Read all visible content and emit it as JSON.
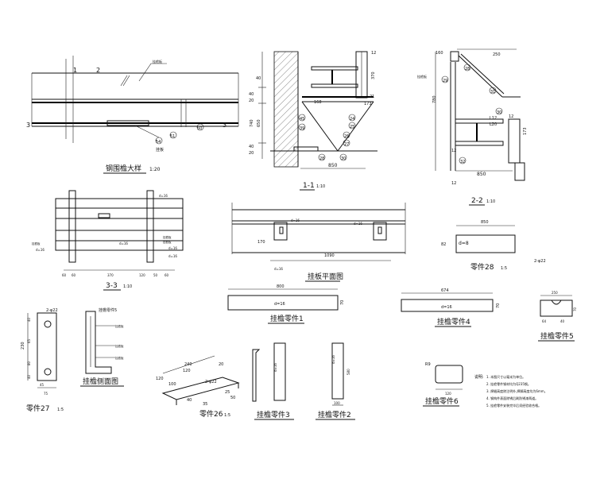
{
  "views": {
    "v_cornice": {
      "title": "钢围檐大样",
      "scale": "1:20",
      "sec1": "1",
      "sec2": "2",
      "sec3": "3",
      "c50": "50",
      "c51": "51",
      "c54": "54",
      "note": "挂板",
      "ann": "挂檐板"
    },
    "v_11": {
      "title": "1-1",
      "scale": "1:10",
      "d_850": "850",
      "d_168": "168",
      "d_740": "740",
      "d_20a": "20",
      "d_40a": "40",
      "d_40b": "40",
      "d_650": "650",
      "d_20b": "20",
      "d_40c": "40",
      "d_370": "370",
      "d_21": "21",
      "d_173": "173",
      "c_12": "12",
      "c_24": "24",
      "c_25": "25",
      "c_26": "26",
      "c_27": "27",
      "c_28": "28",
      "c_39": "39",
      "c_45": "45",
      "c_30": "30"
    },
    "v_22": {
      "title": "2-2",
      "scale": "1:10",
      "d_160": "160",
      "d_250": "250",
      "d_780": "780",
      "d_173": "173",
      "d_850": "850",
      "d_12a": "12",
      "d_12b": "12",
      "d_l12": "L12",
      "d_l20": "L20",
      "d_12c": "12",
      "c_28": "28",
      "c_29": "29",
      "c_30": "30",
      "c_31": "31",
      "c_32": "32",
      "ann": "挂檐板"
    },
    "v_33": {
      "title": "3-3",
      "scale": "1:10",
      "d_d16a": "d=16",
      "d_d16b": "d=16",
      "d_d16c": "d=16",
      "d_d16d": "d=16",
      "d_d16e": "d=16",
      "b1": "60",
      "b2": "60",
      "b3": "370",
      "b4": "120",
      "b5": "50",
      "b6": "60",
      "ann1": "挂檐板",
      "ann2": "挂檐板",
      "ann3": "挂檐板"
    },
    "v_plan": {
      "title": "挂板平面图",
      "d_d16a": "d=16",
      "d_d16b": "d=16",
      "d_d16c": "d=16",
      "d_1090": "1090",
      "d_170": "170"
    },
    "v_p28": {
      "title": "零件28",
      "scale": "1:5",
      "d_850": "850",
      "d_d8": "d=8",
      "d_82": "82",
      "d_2phi22": "2-φ22"
    },
    "v_p27": {
      "title": "零件27",
      "scale": "1:5",
      "d_2phi22": "2-φ22",
      "d_230": "230",
      "d_40a": "40",
      "d_65": "65",
      "d_80": "80",
      "d_40b": "40",
      "d_45": "45",
      "d_75": "75"
    },
    "v_side": {
      "title": "挂檐侧面图",
      "ann": "挂檐零件5",
      "a1": "挂檐板",
      "a2": "挂檐板",
      "a3": "挂檐板"
    },
    "v_p26": {
      "title": "零件26",
      "scale": "1:5",
      "d_240": "240",
      "d_120a": "120",
      "d_20": "20",
      "d_2phi22": "2-φ22",
      "d_25": "25",
      "d_50": "50",
      "d_100": "100",
      "d_120b": "120",
      "d_40": "40",
      "d_35": "35"
    },
    "v_p1": {
      "title": "挂檐零件1",
      "d_800": "800",
      "d_d16": "d=16",
      "d_70": "70"
    },
    "v_p3": {
      "title": "挂檐零件3",
      "d_d16": "d=16"
    },
    "v_p2": {
      "title": "挂檐零件2",
      "d_d16": "d=16",
      "d_580": "580",
      "d_100": "100"
    },
    "v_p4": {
      "title": "挂檐零件4",
      "d_674": "674",
      "d_d16": "d=16",
      "d_70": "70"
    },
    "v_p5": {
      "title": "挂檐零件5",
      "d_250": "250",
      "d_70": "70",
      "d_64": "64",
      "d_40": "40"
    },
    "v_p6": {
      "title": "挂檐零件6",
      "d_r9": "R9",
      "d_120": "120"
    }
  },
  "notes": {
    "header": "说明:",
    "items": [
      "1. 本图尺寸以毫米为单位。",
      "2. 挂檐零件钢材均为Q235钢。",
      "3. 焊缝高度除注明外,焊脚高度均为6mm。",
      "4. 钢构件表面除锈后刷防锈漆两道。",
      "5. 挂檐零件安装完毕后须经验收合格。"
    ]
  }
}
